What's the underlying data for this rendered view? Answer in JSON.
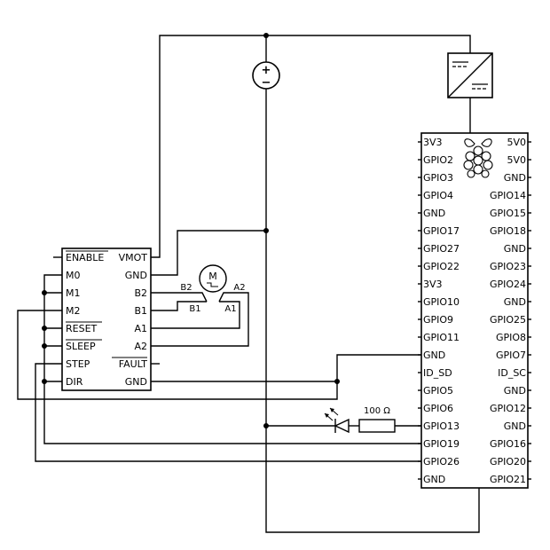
{
  "driver": {
    "left_pins": [
      "ENABLE",
      "M0",
      "M1",
      "M2",
      "RESET",
      "SLEEP",
      "STEP",
      "DIR"
    ],
    "right_pins": [
      "VMOT",
      "GND",
      "B2",
      "B1",
      "A1",
      "A2",
      "FAULT",
      "GND"
    ]
  },
  "motor": {
    "symbol": "M",
    "terminals": [
      "B2",
      "A2",
      "B1",
      "A1"
    ]
  },
  "battery": {
    "plus": "+",
    "minus": "−"
  },
  "resistor": {
    "label": "100 Ω"
  },
  "pi": {
    "left_pins": [
      "3V3",
      "GPIO2",
      "GPIO3",
      "GPIO4",
      "GND",
      "GPIO17",
      "GPIO27",
      "GPIO22",
      "3V3",
      "GPIO10",
      "GPIO9",
      "GPIO11",
      "GND",
      "ID_SD",
      "GPIO5",
      "GPIO6",
      "GPIO13",
      "GPIO19",
      "GPIO26",
      "GND"
    ],
    "right_pins": [
      "5V0",
      "5V0",
      "GND",
      "GPIO14",
      "GPIO15",
      "GPIO18",
      "GND",
      "GPIO23",
      "GPIO24",
      "GND",
      "GPIO25",
      "GPIO8",
      "GPIO7",
      "ID_SC",
      "GND",
      "GPIO12",
      "GND",
      "GPIO16",
      "GPIO20",
      "GPIO21"
    ]
  },
  "colors": {
    "line": "#000000",
    "background": "#ffffff"
  }
}
